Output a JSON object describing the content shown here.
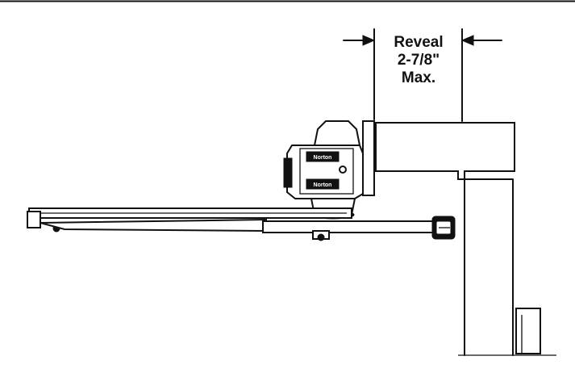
{
  "figure": {
    "reveal_label": {
      "line1": "Reveal",
      "line2": "2-7/8\"",
      "line3": "Max."
    },
    "brand_plate_top": "Norton",
    "brand_plate_bottom": "Norton"
  },
  "colors": {
    "ink": "#111111",
    "paper": "#ffffff"
  }
}
